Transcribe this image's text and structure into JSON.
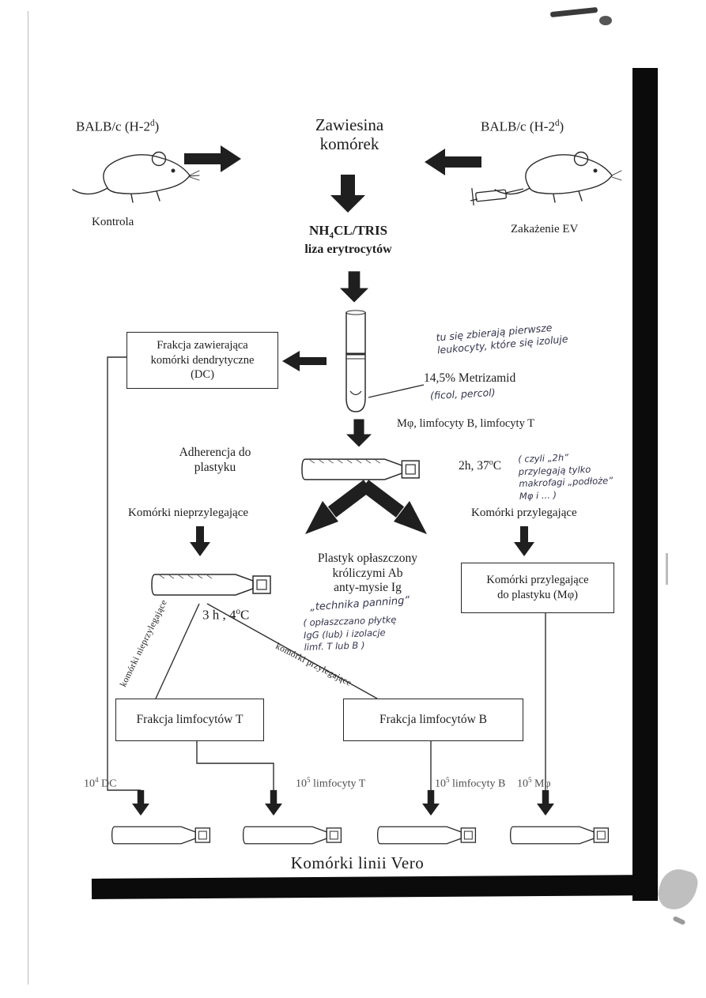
{
  "mice": {
    "strain_prefix": "BALB/c (H-2",
    "strain_sup": "d",
    "strain_suffix": ")",
    "left_caption": "Kontrola",
    "right_caption": "Zakażenie EV"
  },
  "suspension": {
    "line1": "Zawiesina",
    "line2": "komórek"
  },
  "lysis": {
    "pre": "NH",
    "sub": "4",
    "post": "CL/TRIS",
    "line2": "liza erytrocytów"
  },
  "gradient": {
    "label": "14,5% Metrizamid",
    "cells_below": "Mφ, limfocyty B, limfocyty T"
  },
  "dc_box": {
    "line1": "Frakcja zawierająca",
    "line2": "komórki dendrytyczne",
    "line3": "(DC)"
  },
  "adherence": {
    "line1": "Adherencja do",
    "line2": "plastyku"
  },
  "conditions": {
    "adherence": {
      "pre": "2h, 37",
      "sup": "o",
      "post": "C"
    },
    "panning": {
      "pre": "3 h , 4",
      "sup": "o",
      "post": "C"
    }
  },
  "split": {
    "left": "Komórki nieprzylegające",
    "right": "Komórki przylegające"
  },
  "panning": {
    "line1": "Plastyk opłaszczony",
    "line2": "króliczymi Ab",
    "line3": "anty-mysie Ig"
  },
  "mphi_box": {
    "line1": "Komórki przylegające",
    "line2": "do plastyku (Mφ)"
  },
  "diagonals": {
    "left": "komórki nieprzylegające",
    "right": "komórki przylegające"
  },
  "t_box": "Frakcja limfocytów T",
  "b_box": "Frakcja limfocytów B",
  "doses": [
    {
      "base": "10",
      "exp": "4",
      "rest": " DC"
    },
    {
      "base": "10",
      "exp": "5",
      "rest": " limfocyty T"
    },
    {
      "base": "10",
      "exp": "5",
      "rest": " limfocyty B"
    },
    {
      "base": "10",
      "exp": "5",
      "rest": " Mφ"
    }
  ],
  "vero_label": "Komórki linii Vero",
  "handwritten": {
    "tube_note": [
      "tu się zbierają pierwsze",
      "leukocyty, które się izoluje"
    ],
    "metrizamid_note": "(ficol, percol)",
    "adherence_note": [
      "( czyli „2h”",
      "przylegają tylko",
      "makrofagi „podłoże”",
      "Mφ i ... )"
    ],
    "panning_title": "„technika panning”",
    "panning_note": [
      "( opłaszczano płytkę",
      "IgG (lub) i izolacje",
      "limf. T lub B )"
    ]
  },
  "colors": {
    "ink": "#1d1d1d",
    "arrow": "#1f1f1f",
    "handwriting": "#34344c",
    "scan_black": "#0b0b0b"
  }
}
